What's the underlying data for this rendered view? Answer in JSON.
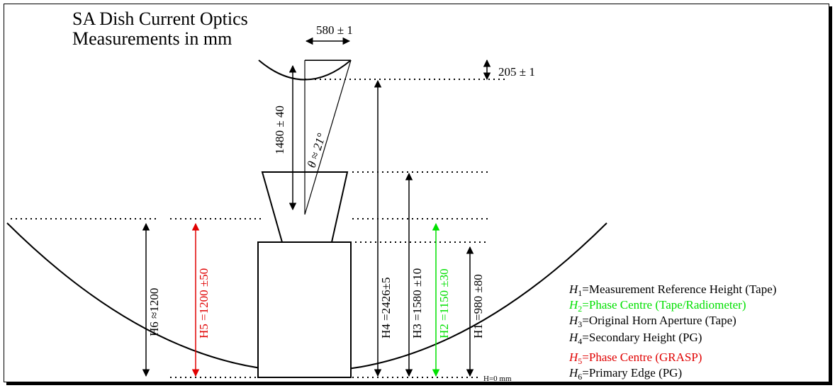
{
  "title": {
    "line1": "SA Dish Current Optics",
    "line2": "Measurements in mm"
  },
  "dimensions": {
    "width_580": "580 ± 1",
    "height_205": "205 ± 1",
    "dist_1480": "1480 ± 40",
    "angle": "θ ≈ 21°",
    "h6": "H6 ≈1200",
    "h5": "H5 =1200 ±50",
    "h4": "H4 =2426±5",
    "h3": "H3 =1580 ±10",
    "h2": "H2 =1150 ±30",
    "h1": "H1 =980 ±80",
    "h0": "H=0 mm"
  },
  "legend": [
    {
      "sym": "H",
      "sub": "1",
      "text": "=Measurement Reference Height (Tape)",
      "color": "#000000"
    },
    {
      "sym": "H",
      "sub": "2",
      "text": "=Phase Centre (Tape/Radiometer)",
      "color": "#00e000"
    },
    {
      "sym": "H",
      "sub": "3",
      "text": "=Original Horn Aperture (Tape)",
      "color": "#000000"
    },
    {
      "sym": "H",
      "sub": "4",
      "text": "=Secondary Height (PG)",
      "color": "#000000"
    },
    {
      "sym": "H",
      "sub": "5",
      "text": "=Phase Centre (GRASP)",
      "color": "#e00000"
    },
    {
      "sym": "H",
      "sub": "6",
      "text": "=Primary Edge (PG)",
      "color": "#000000"
    }
  ],
  "colors": {
    "red": "#e00000",
    "green": "#00e000",
    "black": "#000000"
  }
}
